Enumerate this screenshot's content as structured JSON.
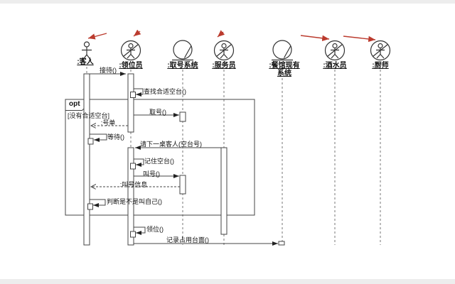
{
  "page": {
    "background": "#ffffff",
    "edge_band_color": "#ededed"
  },
  "diagram": {
    "type": "uml-sequence-diagram",
    "line_color": "#444444",
    "lifeline_color": "#777777",
    "annotation_color": "#bb3b2e",
    "frame": {
      "operator": "opt",
      "guard": "[没有合适空台]"
    },
    "actors": [
      {
        "label": ":客人",
        "icon": "stick-figure-actor-icon"
      },
      {
        "label": ":领位员",
        "icon": "business-worker-icon"
      },
      {
        "label": ":取号系统",
        "icon": "business-entity-icon"
      },
      {
        "label": ":服务员",
        "icon": "business-worker-icon"
      },
      {
        "label": ":餐馆现有系统",
        "icon": "business-entity-icon"
      },
      {
        "label": ":酒水员",
        "icon": "business-worker-icon"
      },
      {
        "label": ":厨师",
        "icon": "business-worker-icon"
      }
    ],
    "messages": [
      {
        "label": "接待()",
        "from": ":客人",
        "to": ":领位员",
        "kind": "sync"
      },
      {
        "label": "查找合适空台()",
        "from": ":领位员",
        "to": ":领位员",
        "kind": "self"
      },
      {
        "label": "取号()",
        "from": ":领位员",
        "to": ":取号系统",
        "kind": "sync"
      },
      {
        "label": ":号单",
        "from": ":领位员",
        "to": ":客人",
        "kind": "return"
      },
      {
        "label": "等待()",
        "from": ":客人",
        "to": ":客人",
        "kind": "self"
      },
      {
        "label": "请下一桌客人(空台号)",
        "from": ":服务员",
        "to": ":领位员",
        "kind": "sync"
      },
      {
        "label": "记住空台()",
        "from": ":领位员",
        "to": ":领位员",
        "kind": "self"
      },
      {
        "label": "叫号()",
        "from": ":领位员",
        "to": ":取号系统",
        "kind": "sync"
      },
      {
        "label": ":叫号信息",
        "from": ":取号系统",
        "to": ":客人",
        "kind": "return"
      },
      {
        "label": "判断是不是叫自己()",
        "from": ":客人",
        "to": ":客人",
        "kind": "self"
      },
      {
        "label": "领位()",
        "from": ":领位员",
        "to": ":领位员",
        "kind": "self"
      },
      {
        "label": "记录占用台面()",
        "from": ":领位员",
        "to": ":餐馆现有系统",
        "kind": "sync"
      }
    ],
    "annotations": {
      "red_arrow_count": 5
    }
  }
}
